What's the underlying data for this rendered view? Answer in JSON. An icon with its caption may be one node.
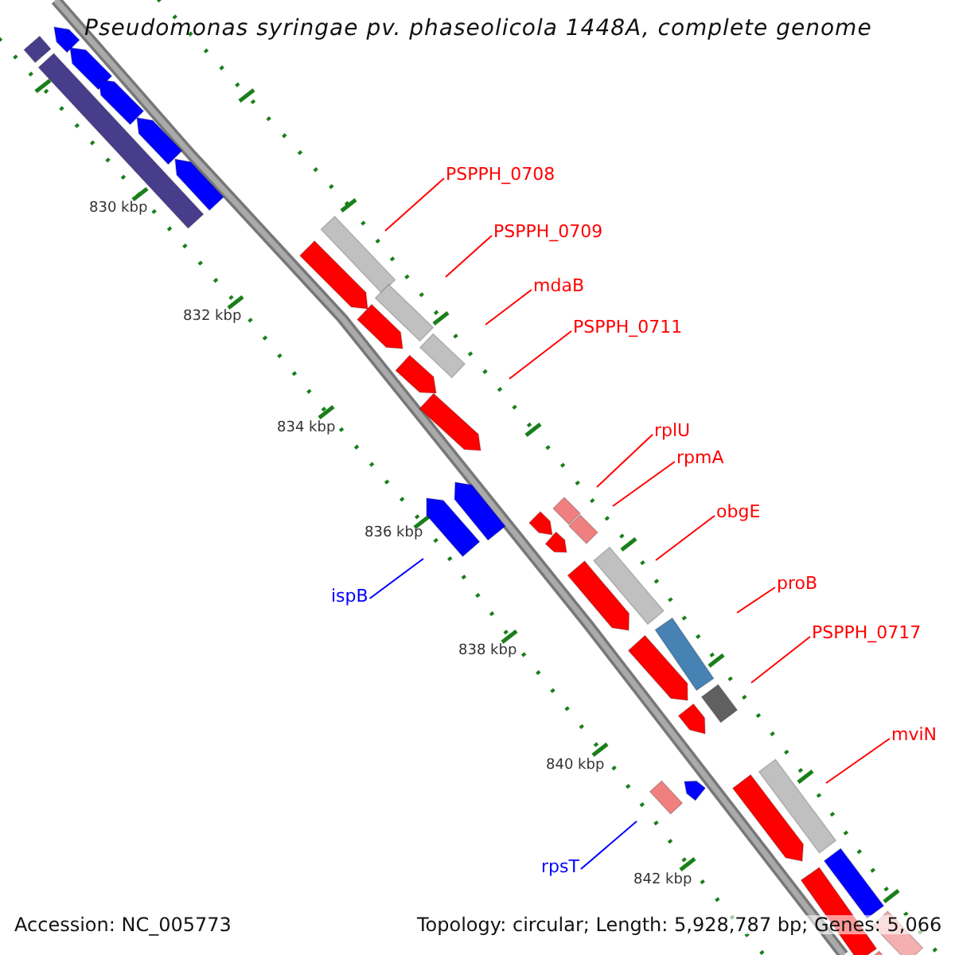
{
  "diagram": {
    "title": "Pseudomonas syringae pv. phaseolicola 1448A, complete genome",
    "nodes": [
      {
        "text": [
          "PSPPH_0708"
        ]
      },
      {
        "text": [
          "PSPPH_0709"
        ]
      },
      {
        "text": [
          "mdaB"
        ]
      },
      {
        "text": [
          "PSPPH_0711"
        ]
      },
      {
        "text": [
          "rplU"
        ]
      },
      {
        "text": [
          "rpmA"
        ]
      },
      {
        "text": [
          "obgE"
        ]
      },
      {
        "text": [
          "proB"
        ]
      },
      {
        "text": [
          "ispB"
        ]
      },
      {
        "text": [
          "PSPPH_0717"
        ]
      },
      {
        "text": [
          "mviN"
        ]
      },
      {
        "text": [
          "rpsT"
        ]
      }
    ],
    "edges": [
      {
        "from": 0,
        "to": null,
        "arrow": "none"
      },
      {
        "from": 1,
        "to": null,
        "arrow": "none"
      },
      {
        "from": 2,
        "to": null,
        "arrow": "none"
      },
      {
        "from": 3,
        "to": null,
        "arrow": "none"
      },
      {
        "from": 4,
        "to": null,
        "arrow": "none"
      },
      {
        "from": 5,
        "to": null,
        "arrow": "none"
      },
      {
        "from": 6,
        "to": null,
        "arrow": "none"
      },
      {
        "from": 7,
        "to": null,
        "arrow": "none"
      },
      {
        "from": 8,
        "to": null,
        "arrow": "none",
        "color": "#0000ff"
      },
      {
        "from": 9,
        "to": null,
        "arrow": "none"
      },
      {
        "from": 10,
        "to": null,
        "arrow": "none"
      },
      {
        "from": 11,
        "to": null,
        "arrow": "none",
        "color": "#0000ff"
      }
    ],
    "labels": [
      "830 kbp",
      "832 kbp",
      "834 kbp",
      "836 kbp",
      "838 kbp",
      "840 kbp",
      "842 kbp",
      "Accession: NC_005773",
      "Topology: circular; Length: 5,928,787 bp; Genes: 5,066"
    ]
  }
}
